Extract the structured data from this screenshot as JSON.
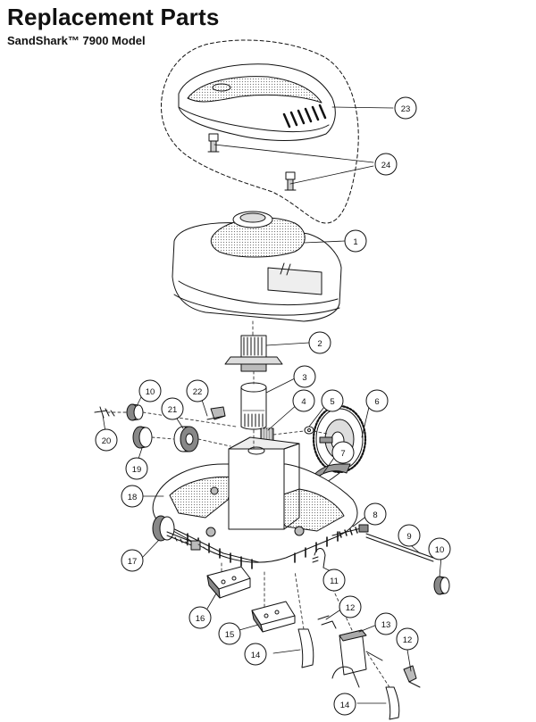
{
  "header": {
    "title": "Replacement Parts",
    "subtitle": "SandShark™ 7900 Model"
  },
  "callouts": [
    {
      "id": "c23",
      "label": "23"
    },
    {
      "id": "c24",
      "label": "24"
    },
    {
      "id": "c1",
      "label": "1"
    },
    {
      "id": "c2",
      "label": "2"
    },
    {
      "id": "c3",
      "label": "3"
    },
    {
      "id": "c22",
      "label": "22"
    },
    {
      "id": "c4",
      "label": "4"
    },
    {
      "id": "c5",
      "label": "5"
    },
    {
      "id": "c6",
      "label": "6"
    },
    {
      "id": "c10a",
      "label": "10"
    },
    {
      "id": "c21",
      "label": "21"
    },
    {
      "id": "c20",
      "label": "20"
    },
    {
      "id": "c19",
      "label": "19"
    },
    {
      "id": "c7",
      "label": "7"
    },
    {
      "id": "c18",
      "label": "18"
    },
    {
      "id": "c8",
      "label": "8"
    },
    {
      "id": "c9",
      "label": "9"
    },
    {
      "id": "c10b",
      "label": "10"
    },
    {
      "id": "c17",
      "label": "17"
    },
    {
      "id": "c11",
      "label": "11"
    },
    {
      "id": "c12a",
      "label": "12"
    },
    {
      "id": "c16",
      "label": "16"
    },
    {
      "id": "c13",
      "label": "13"
    },
    {
      "id": "c15",
      "label": "15"
    },
    {
      "id": "c12b",
      "label": "12"
    },
    {
      "id": "c14a",
      "label": "14"
    },
    {
      "id": "c14b",
      "label": "14"
    }
  ]
}
